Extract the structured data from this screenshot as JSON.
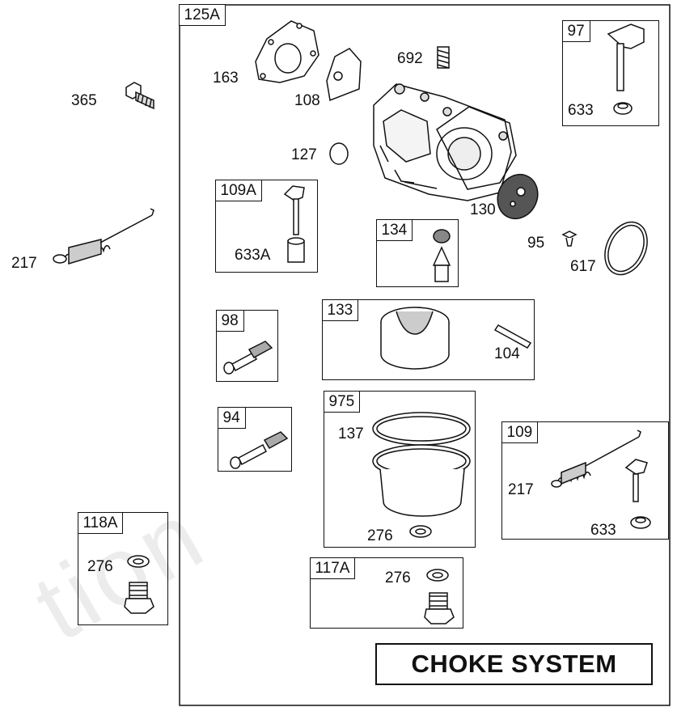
{
  "watermark": "tion",
  "title": "CHOKE SYSTEM",
  "boxes": {
    "b125A": "125A",
    "b97": "97",
    "b109A": "109A",
    "b134": "134",
    "b98": "98",
    "b133": "133",
    "b94": "94",
    "b975": "975",
    "b109": "109",
    "b118A": "118A",
    "b117A": "117A"
  },
  "parts": {
    "p365": "365",
    "p217": "217",
    "p163": "163",
    "p108": "108",
    "p692": "692",
    "p127": "127",
    "p130": "130",
    "p95": "95",
    "p617": "617",
    "p633_97": "633",
    "p633A": "633A",
    "p104": "104",
    "p137": "137",
    "p276_975": "276",
    "p217_109": "217",
    "p633_109": "633",
    "p276_118A": "276",
    "p276_117A": "276"
  }
}
